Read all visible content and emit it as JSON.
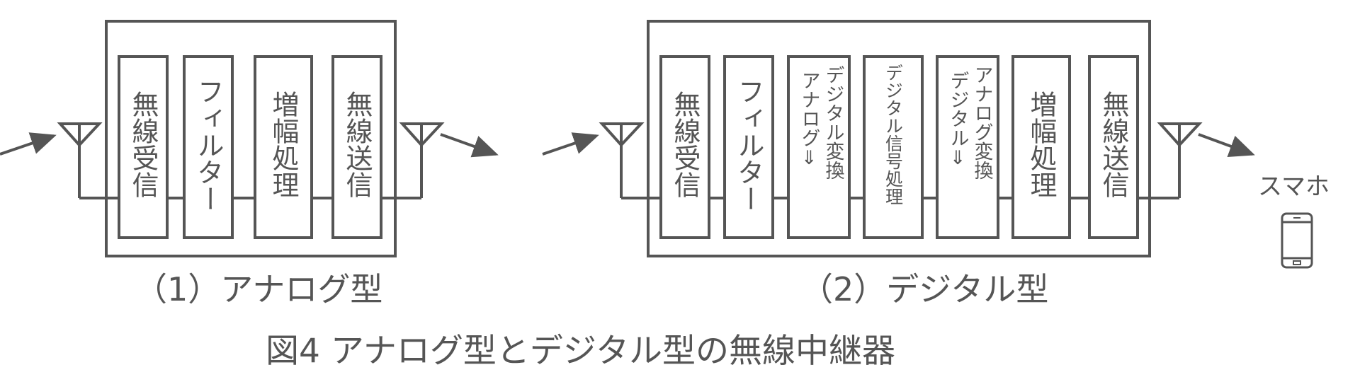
{
  "analog": {
    "blocks": [
      "無線受信",
      "フィルター",
      "増幅処理",
      "無線送信"
    ],
    "caption": "（1）アナログ型"
  },
  "digital": {
    "blocks": [
      "無線受信",
      "フィルター"
    ],
    "conv1_line1": "デジタル変換",
    "conv1_line2": "アナログ⇓",
    "dsp": "デジタル信号処理",
    "conv2_line1": "アナログ変換",
    "conv2_line2": "デジタル⇓",
    "blocks_after": [
      "増幅処理",
      "無線送信"
    ],
    "caption": "（2）デジタル型"
  },
  "phone_label": "スマホ",
  "figure_title": "図4  アナログ型とデジタル型の無線中継器"
}
